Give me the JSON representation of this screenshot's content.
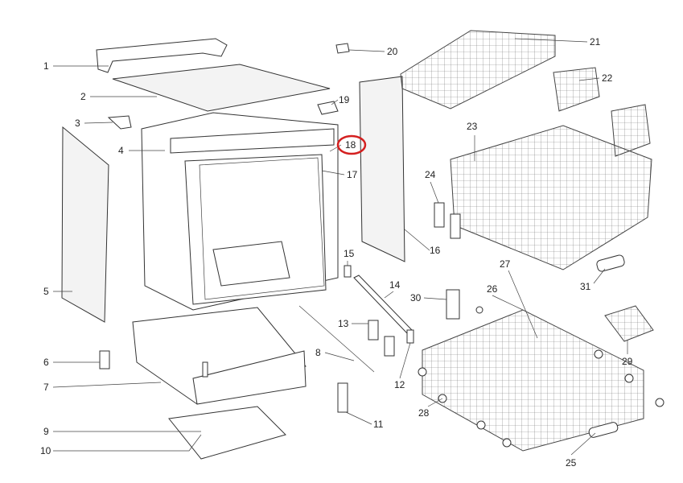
{
  "diagram": {
    "type": "exploded-parts-diagram",
    "highlight_color": "#d42020",
    "highlighted_part": "18",
    "labels": {
      "p1": "1",
      "p2": "2",
      "p3": "3",
      "p4": "4",
      "p5": "5",
      "p6": "6",
      "p7": "7",
      "p8": "8",
      "p9": "9",
      "p10": "10",
      "p11": "11",
      "p12": "12",
      "p13": "13",
      "p14": "14",
      "p15": "15",
      "p16": "16",
      "p17": "17",
      "p18": "18",
      "p19": "19",
      "p20": "20",
      "p21": "21",
      "p22": "22",
      "p23": "23",
      "p24": "24",
      "p25": "25",
      "p26": "26",
      "p27": "27",
      "p28": "28",
      "p29": "29",
      "p30": "30",
      "p31": "31"
    }
  }
}
